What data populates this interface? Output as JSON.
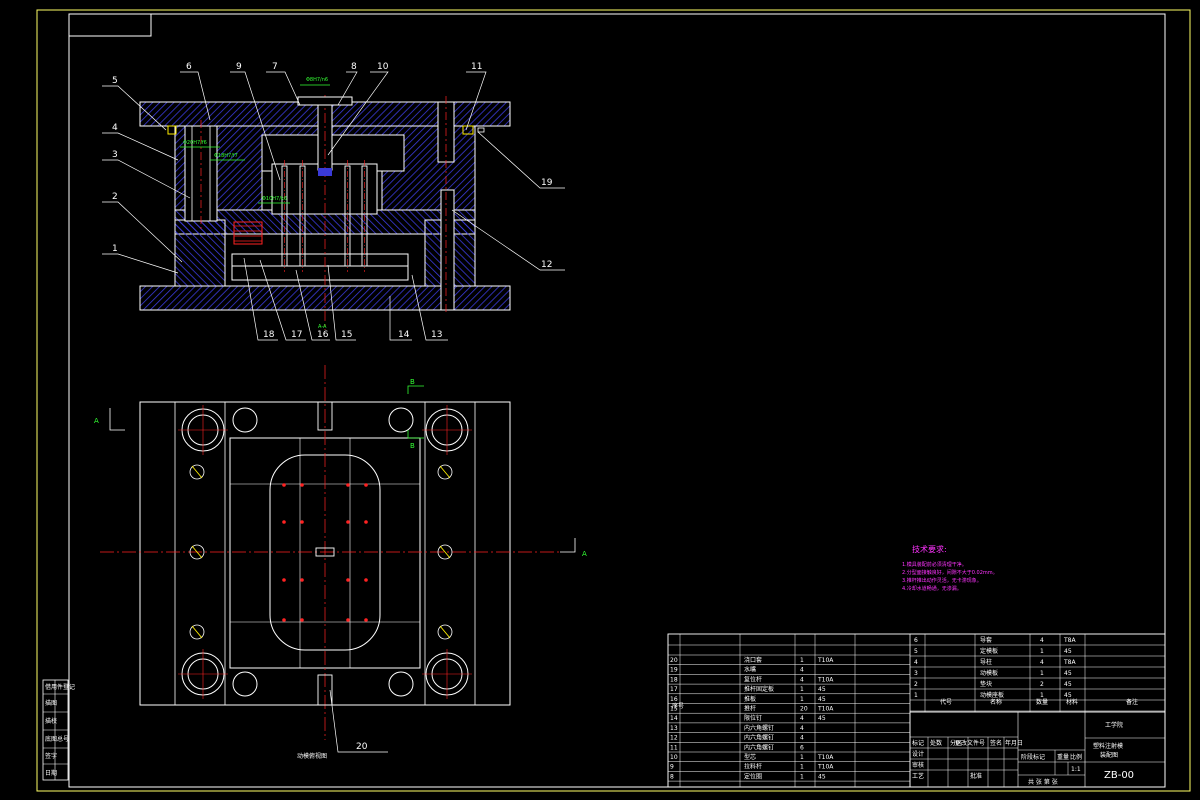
{
  "section_view": {
    "part_labels": [
      "1",
      "2",
      "3",
      "4",
      "5",
      "6",
      "9",
      "7",
      "8",
      "10",
      "11",
      "19",
      "12",
      "13",
      "14",
      "15",
      "16",
      "17",
      "18"
    ],
    "dimension_texts": [
      "Φ8H7/n6",
      "Φ20H7/f6",
      "Φ18H7/f7",
      "Φ10H7/k6"
    ],
    "section_marker": "A-A"
  },
  "plan_view": {
    "section_marks": [
      "A",
      "A",
      "B",
      "B"
    ],
    "part_label": "20",
    "caption": "动模俯视图"
  },
  "technical_requirements": {
    "title": "技术要求:",
    "items": [
      "1.模具装配前必须清理干净。",
      "2.分型面接触良好，间隙不大于0.02mm。",
      "3.推杆推出动作灵活，无卡滞现象。",
      "4.冷却水道畅通，无渗漏。"
    ]
  },
  "bom_rows": [
    {
      "no": "20",
      "code": "",
      "name": "浇口套",
      "qty": "1",
      "material": "T10A",
      "note": ""
    },
    {
      "no": "19",
      "code": "",
      "name": "水嘴",
      "qty": "4",
      "material": "",
      "note": ""
    },
    {
      "no": "18",
      "code": "",
      "name": "复位杆",
      "qty": "4",
      "material": "T10A",
      "note": ""
    },
    {
      "no": "17",
      "code": "",
      "name": "推杆固定板",
      "qty": "1",
      "material": "45",
      "note": ""
    },
    {
      "no": "16",
      "code": "",
      "name": "推板",
      "qty": "1",
      "material": "45",
      "note": ""
    },
    {
      "no": "15",
      "code": "",
      "name": "推杆",
      "qty": "20",
      "material": "T10A",
      "note": ""
    },
    {
      "no": "14",
      "code": "",
      "name": "限位钉",
      "qty": "4",
      "material": "45",
      "note": ""
    },
    {
      "no": "13",
      "code": "",
      "name": "内六角螺钉",
      "qty": "4",
      "material": "",
      "note": ""
    },
    {
      "no": "12",
      "code": "",
      "name": "内六角螺钉",
      "qty": "4",
      "material": "",
      "note": ""
    },
    {
      "no": "11",
      "code": "",
      "name": "内六角螺钉",
      "qty": "6",
      "material": "",
      "note": ""
    },
    {
      "no": "10",
      "code": "",
      "name": "型芯",
      "qty": "1",
      "material": "T10A",
      "note": ""
    },
    {
      "no": "9",
      "code": "",
      "name": "拉料杆",
      "qty": "1",
      "material": "T10A",
      "note": ""
    },
    {
      "no": "8",
      "code": "",
      "name": "定位圈",
      "qty": "1",
      "material": "45",
      "note": ""
    }
  ],
  "bom_rows_right": [
    {
      "no": "6",
      "code": "",
      "name": "导套",
      "qty": "4",
      "material": "T8A",
      "note": ""
    },
    {
      "no": "5",
      "code": "",
      "name": "定模板",
      "qty": "1",
      "material": "45",
      "note": ""
    },
    {
      "no": "4",
      "code": "",
      "name": "导柱",
      "qty": "4",
      "material": "T8A",
      "note": ""
    },
    {
      "no": "3",
      "code": "",
      "name": "动模板",
      "qty": "1",
      "material": "45",
      "note": ""
    },
    {
      "no": "2",
      "code": "",
      "name": "垫块",
      "qty": "2",
      "material": "45",
      "note": ""
    },
    {
      "no": "1",
      "code": "",
      "name": "动模座板",
      "qty": "1",
      "material": "45",
      "note": ""
    }
  ],
  "bom_header": {
    "no": "序号",
    "code": "代号",
    "name": "名称",
    "qty": "数量",
    "material": "材料",
    "note": "备注"
  },
  "title_block": {
    "company": "工学院",
    "drawing_title": "塑料注射模",
    "drawing_subtitle": "装配图",
    "drawing_no": "ZB-00",
    "scale": "1:1",
    "sheet": "共 张 第 张",
    "row_labels": [
      "标记",
      "处数",
      "分区",
      "更改文件号",
      "签名",
      "年月日"
    ],
    "role_labels": [
      "设计",
      "审核",
      "工艺",
      "批准"
    ],
    "stage_labels": [
      "阶段标记",
      "重量",
      "比例"
    ]
  },
  "side_strip": [
    "借用件登记",
    "描图",
    "描校",
    "底图总号",
    "签字",
    "日期"
  ],
  "colors": {
    "line": "#ffffff",
    "hatch": "#3333cc",
    "center": "#ff2222",
    "dimension": "#33ff33",
    "note": "#ff33ff",
    "frame": "#ffff66",
    "accent": "#ffee00"
  }
}
